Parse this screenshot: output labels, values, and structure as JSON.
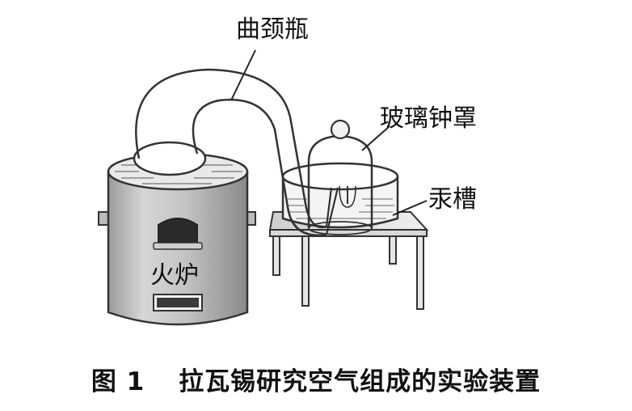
{
  "labels": {
    "flask": "曲颈瓶",
    "bell_jar": "玻璃钟罩",
    "trough": "汞槽",
    "furnace": "火炉"
  },
  "caption": {
    "figure": "图 1",
    "text": "拉瓦锡研究空气组成的实验装置"
  }
}
